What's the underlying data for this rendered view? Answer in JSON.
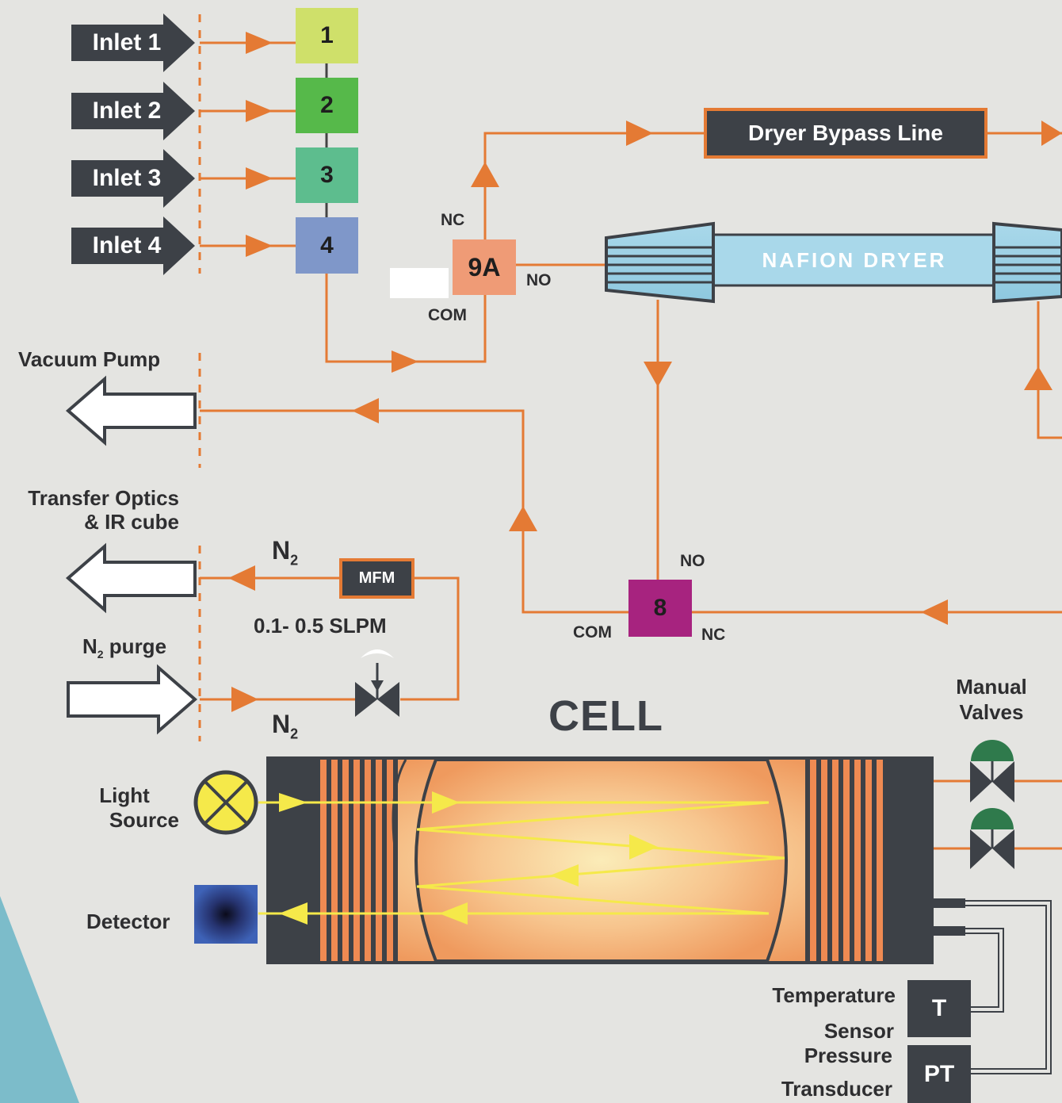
{
  "inlets": [
    {
      "label": "Inlet 1"
    },
    {
      "label": "Inlet 2"
    },
    {
      "label": "Inlet 3"
    },
    {
      "label": "Inlet 4"
    }
  ],
  "valves": [
    {
      "label": "1",
      "color": "#cfe06a"
    },
    {
      "label": "2",
      "color": "#56b94a"
    },
    {
      "label": "3",
      "color": "#5dbd8e"
    },
    {
      "label": "4",
      "color": "#7f97c9"
    }
  ],
  "valve_9a": {
    "label": "9A",
    "nc": "NC",
    "no": "NO",
    "com": "COM",
    "color": "#ef9b76"
  },
  "valve_8": {
    "label": "8",
    "no": "NO",
    "nc": "NC",
    "com": "COM",
    "color": "#a7237f"
  },
  "bypass": {
    "label": "Dryer Bypass Line"
  },
  "dryer": {
    "label": "NAFION DRYER"
  },
  "vacuum": {
    "label": "Vacuum Pump"
  },
  "transfer": {
    "line1": "Transfer Optics",
    "line2": "& IR cube"
  },
  "mfm": {
    "label": "MFM",
    "n2": "N",
    "n2_sub": "2",
    "flow": "0.1- 0.5 SLPM"
  },
  "purge": {
    "n": "N",
    "sub": "2",
    "text": " purge",
    "n2": "N",
    "n2_sub": "2"
  },
  "cell": {
    "title": "CELL"
  },
  "light": {
    "line1": "Light",
    "line2": "Source"
  },
  "detector": {
    "label": "Detector"
  },
  "manual_valves": {
    "line1": "Manual",
    "line2": "Valves"
  },
  "sensors": {
    "temperature": "Temperature",
    "sensor": "Sensor",
    "pressure": "Pressure",
    "transducer": "Transducer",
    "t_box": "T",
    "pt_box": "PT"
  },
  "colors": {
    "flow_line": "#e47a34",
    "dark": "#3d4147",
    "dryer_blue": "#a9d8ea",
    "background": "#e4e4e1",
    "corner_teal": "#7cbcca",
    "manual_valve_cap": "#2f7a4c"
  }
}
